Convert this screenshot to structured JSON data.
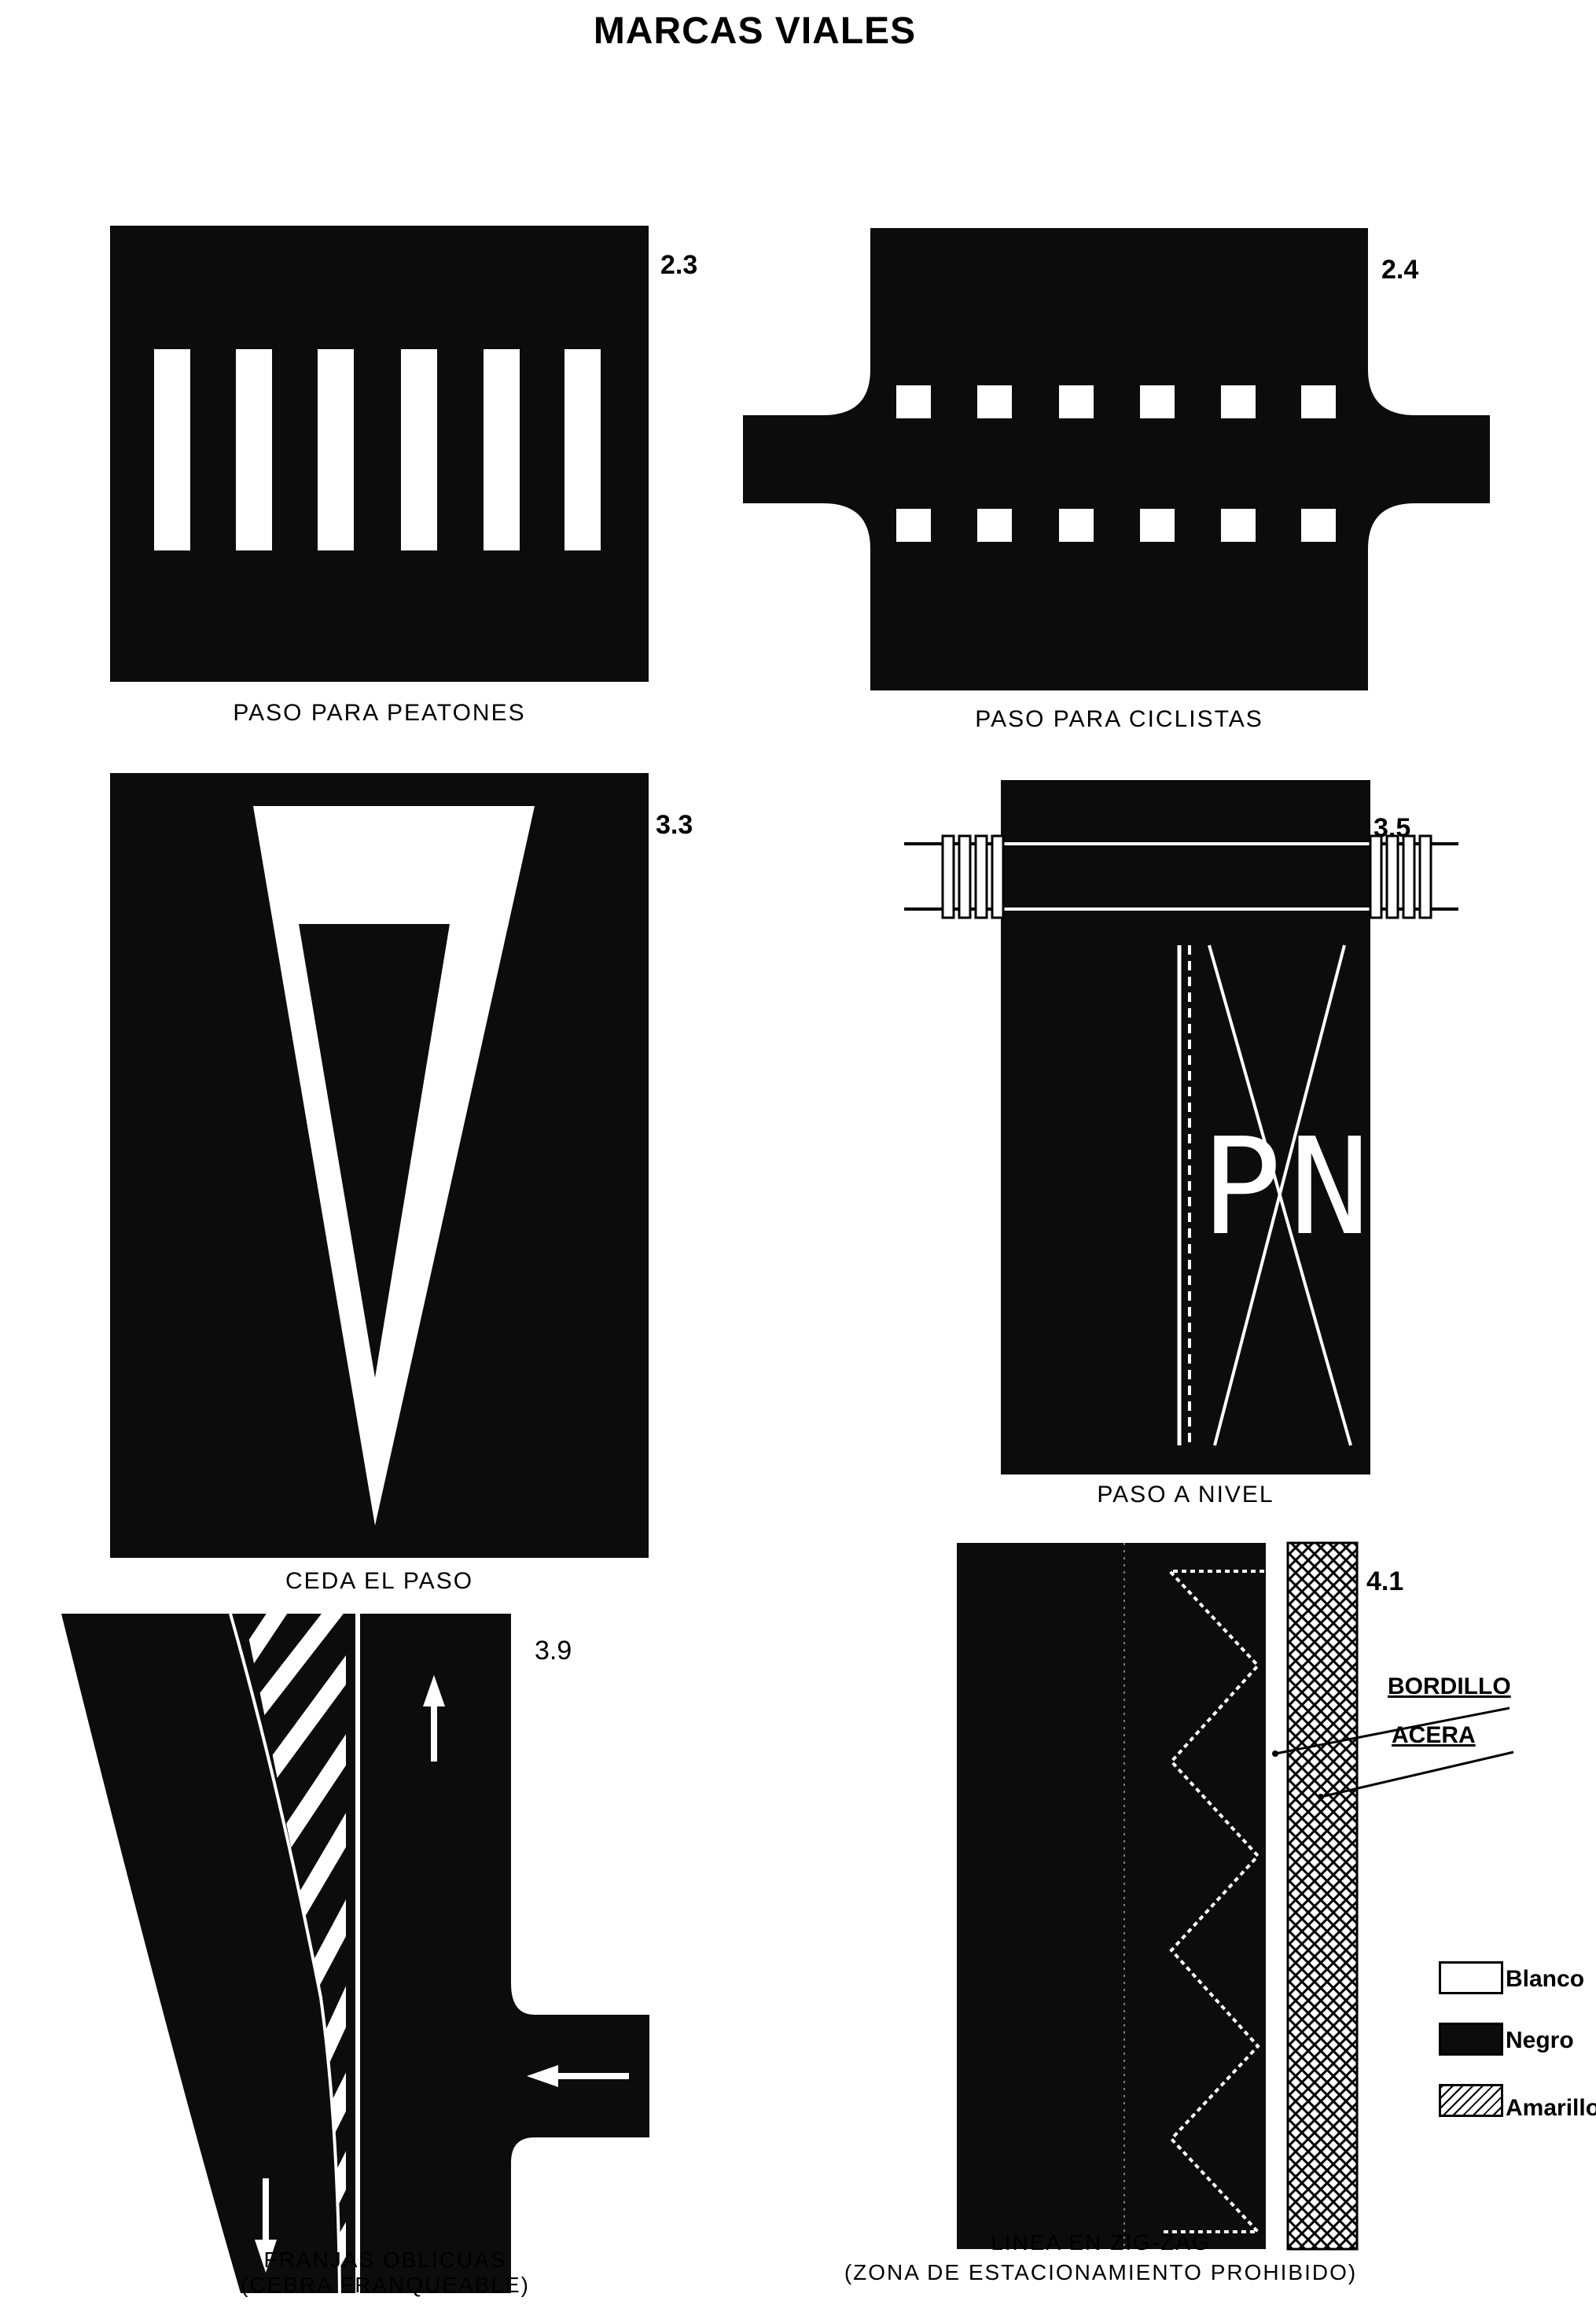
{
  "title": "MARCAS VIALES",
  "panels": [
    {
      "number": "2.3",
      "caption": "PASO PARA PEATONES"
    },
    {
      "number": "2.4",
      "caption": "PASO PARA CICLISTAS"
    },
    {
      "number": "3.3",
      "caption": "CEDA EL PASO"
    },
    {
      "number": "3.5",
      "caption": "PASO A NIVEL",
      "letters": [
        "P",
        "N"
      ]
    },
    {
      "number": "3.9",
      "caption_lines": [
        "FRANJAS OBLICUAS",
        "(CEBRA FRANQUEABLE)"
      ]
    },
    {
      "number": "4.1",
      "caption_lines": [
        "LINEA EN ZIG-ZAG",
        "(ZONA DE ESTACIONAMIENTO PROHIBIDO)"
      ],
      "labels": [
        "BORDILLO",
        "ACERA"
      ]
    }
  ],
  "legend": [
    {
      "label": "Blanco",
      "swatch": "white"
    },
    {
      "label": "Negro",
      "swatch": "black"
    },
    {
      "label": "Amarillo",
      "swatch": "hatched"
    }
  ],
  "colors": {
    "paint": "#ffffff",
    "road": "#0c0c0c",
    "ink": "#000000"
  }
}
